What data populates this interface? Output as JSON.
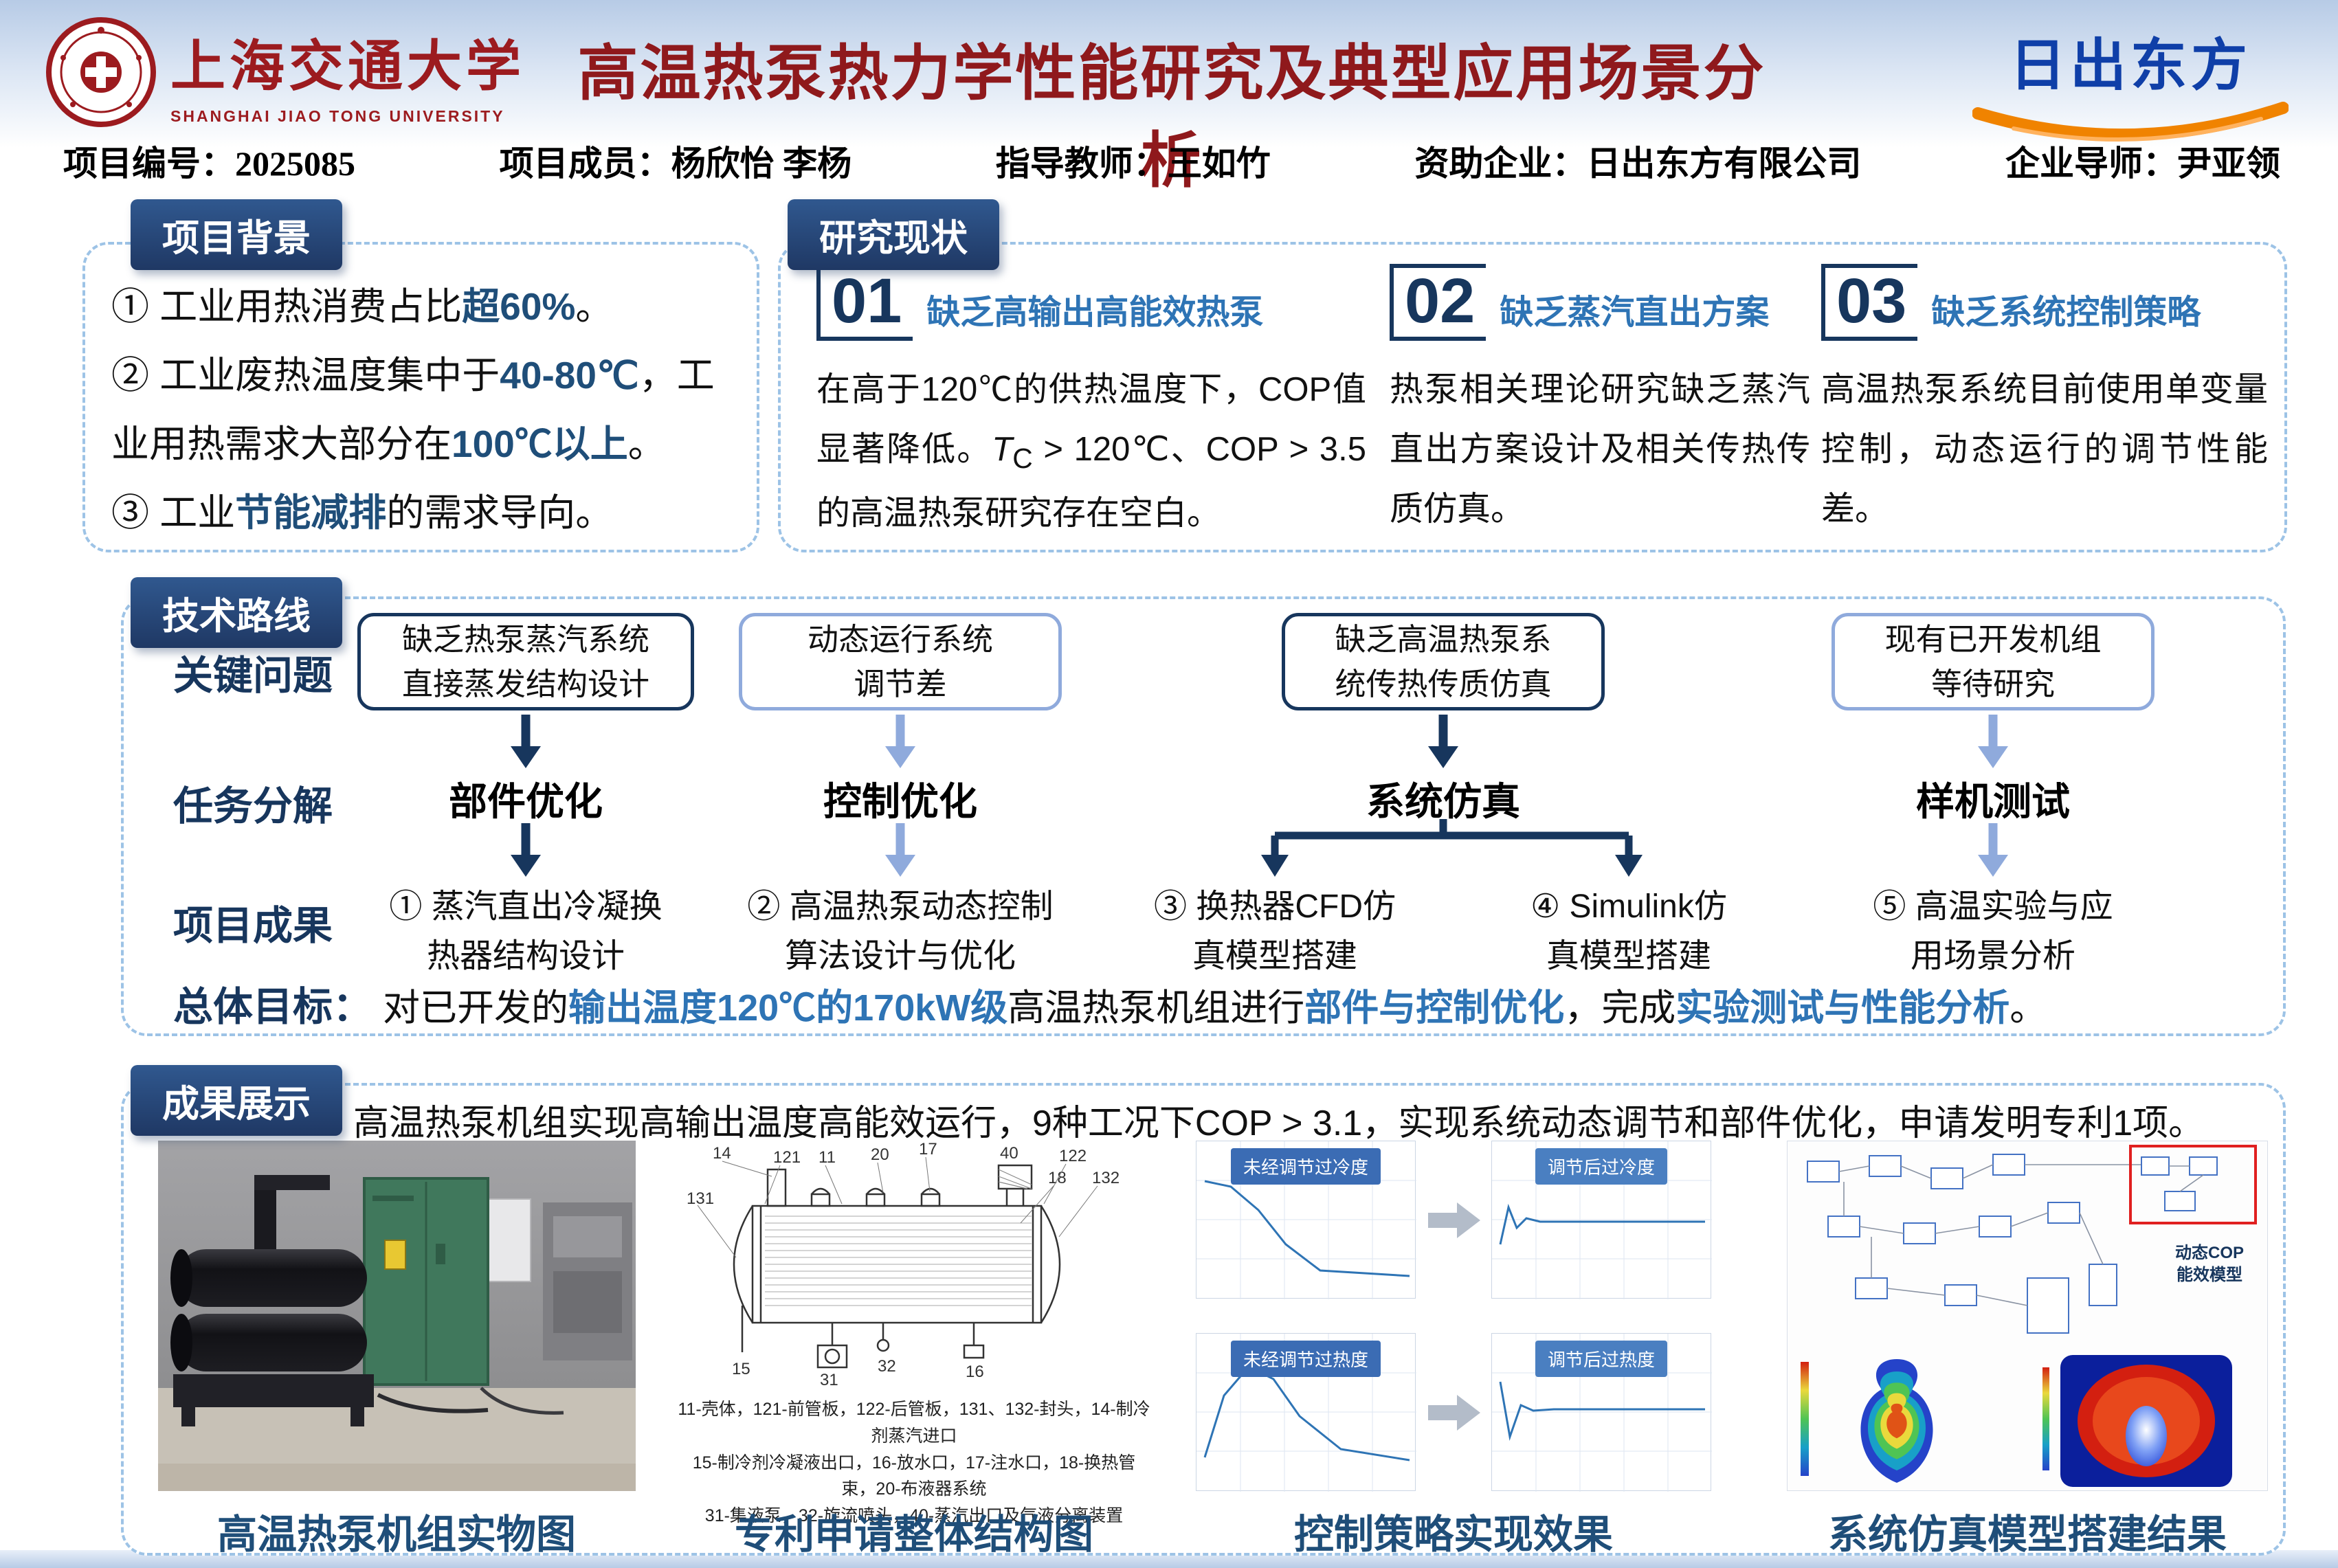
{
  "header": {
    "university_cn": "上海交通大学",
    "university_en": "SHANGHAI JIAO TONG UNIVERSITY",
    "title": "高温热泵热力学性能研究及典型应用场景分析",
    "sponsor": "日出东方"
  },
  "info_bar": {
    "items": [
      {
        "label": "项目编号：",
        "value": "2025085"
      },
      {
        "label": "项目成员：",
        "value": "杨欣怡 李杨"
      },
      {
        "label": "指导教师：",
        "value": "王如竹"
      },
      {
        "label": "资助企业：",
        "value": "日出东方有限公司"
      },
      {
        "label": "企业导师：",
        "value": "尹亚领"
      }
    ]
  },
  "background": {
    "badge": "项目背景",
    "i1": [
      "① 工业用热消费占比",
      "超60%",
      "。"
    ],
    "i2": [
      "②  工业废热温度集中于",
      "40-80℃",
      "，工业用热需求大部分在",
      "100℃以上",
      "。"
    ],
    "i3": [
      "③ 工业",
      "节能减排",
      "的需求导向。"
    ]
  },
  "status": {
    "badge": "研究现状",
    "c1": {
      "num": "01",
      "title": "缺乏高输出高能效热泵",
      "b0": "在高于120℃的供热温度下，COP值显著降低。",
      "t": "T",
      "tsub": "C",
      "b1": " > 120℃、COP > 3.5的高温热泵研究存在空白。"
    },
    "c2": {
      "num": "02",
      "title": "缺乏蒸汽直出方案",
      "body": "热泵相关理论研究缺乏蒸汽直出方案设计及相关传热传质仿真。"
    },
    "c3": {
      "num": "03",
      "title": "缺乏系统控制策略",
      "body": "高温热泵系统目前使用单变量控制，动态运行的调节性能差。"
    }
  },
  "route": {
    "badge": "技术路线",
    "label_issues": "关键问题",
    "label_tasks": "任务分解",
    "label_results": "项目成果",
    "issues": [
      "缺乏热泵蒸汽系统\n直接蒸发结构设计",
      "动态运行系统\n调节差",
      "缺乏高温热泵系\n统传热传质仿真",
      "现有已开发机组\n等待研究"
    ],
    "tasks": [
      "部件优化",
      "控制优化",
      "系统仿真",
      "样机测试"
    ],
    "results": [
      "①  蒸汽直出冷凝换\n热器结构设计",
      "②  高温热泵动态控制\n算法设计与优化",
      "③  换热器CFD仿\n真模型搭建",
      "④  Simulink仿\n真模型搭建",
      "⑤  高温实验与应\n用场景分析"
    ],
    "goal_label": "总体目标：",
    "goal": [
      "对已开发的",
      "输出温度120℃的170kW级",
      "高温热泵机组进行",
      "部件与控制优化",
      "，完成",
      "实验测试与性能分析",
      "。"
    ]
  },
  "showcase": {
    "badge": "成果展示",
    "intro": "高温热泵机组实现高输出温度高能效运行，9种工况下COP > 3.1，实现系统动态调节和部件优化，申请发明专利1项。",
    "captions": [
      "高温热泵机组实物图",
      "专利申请整体结构图",
      "控制策略实现效果",
      "系统仿真模型搭建结果"
    ],
    "patent_labels": [
      "14",
      "121",
      "11",
      "20",
      "17",
      "40",
      "122",
      "131",
      "18",
      "132",
      "15",
      "31",
      "32",
      "16"
    ],
    "patent_legend": [
      "11-壳体，121-前管板，122-后管板，131、132-封头，14-制冷剂蒸汽进口",
      "15-制冷剂冷凝液出口，16-放水口，17-注水口，18-换热管束，20-布液器系统",
      "31-集液泵，32-旋流喷头，40-蒸汽出口及气液分离装置"
    ],
    "control_labels": [
      "未经调节过冷度",
      "调节后过冷度",
      "未经调节过热度",
      "调节后过热度"
    ],
    "sim_label": "动态COP\n能效模型"
  }
}
